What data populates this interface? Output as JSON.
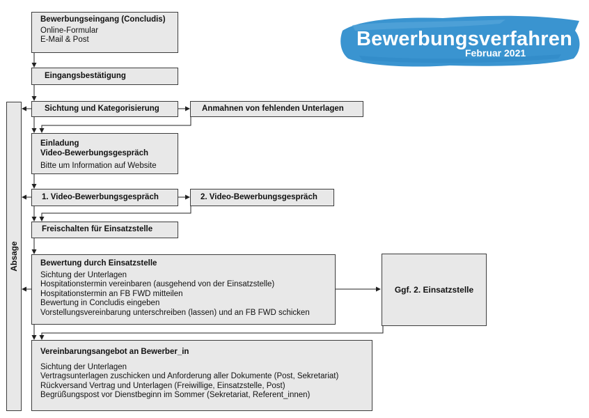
{
  "header": {
    "title": "Bewerbungsverfahren",
    "subtitle": "Februar 2021",
    "accent_color": "#3a94d0"
  },
  "side_bar_label": "Absage",
  "steps": {
    "eingang": {
      "title": "Bewerbungseingang (Concludis)",
      "lines": [
        "Online-Formular",
        "E-Mail & Post"
      ]
    },
    "bestaetigung": {
      "title": "Eingangsbestätigung"
    },
    "sichtung": {
      "title": "Sichtung und Kategorisierung"
    },
    "anmahnen": {
      "title": "Anmahnen von fehlenden Unterlagen"
    },
    "einladung": {
      "title_1": "Einladung",
      "title_2": "Video-Bewerbungsgespräch",
      "lines": [
        "Bitte um Information auf Website"
      ]
    },
    "video1": {
      "title": "1. Video-Bewerbungsgespräch"
    },
    "video2": {
      "title": "2. Video-Bewerbungsgespräch"
    },
    "freischalten": {
      "title": "Freischalten für Einsatzstelle"
    },
    "bewertung": {
      "title": "Bewertung durch Einsatzstelle",
      "lines": [
        "Sichtung der Unterlagen",
        "Hospitationstermin vereinbaren (ausgehend von der Einsatzstelle)",
        "Hospitationstermin an FB FWD mitteilen",
        "Bewertung in Concludis eingeben",
        "Vorstellungsvereinbarung unterschreiben (lassen) und an FB FWD schicken"
      ]
    },
    "ggf": {
      "title": "Ggf. 2. Einsatzstelle"
    },
    "vereinbarung": {
      "title": "Vereinbarungsangebot an Bewerber_in",
      "lines": [
        "Sichtung der Unterlagen",
        "Vertragsunterlagen zuschicken und Anforderung aller Dokumente (Post, Sekretariat)",
        "Rückversand Vertrag und Unterlagen (Freiwillige, Einsatzstelle, Post)",
        "Begrüßungspost vor Dienstbeginn im Sommer (Sekretariat, Referent_innen)"
      ]
    }
  }
}
